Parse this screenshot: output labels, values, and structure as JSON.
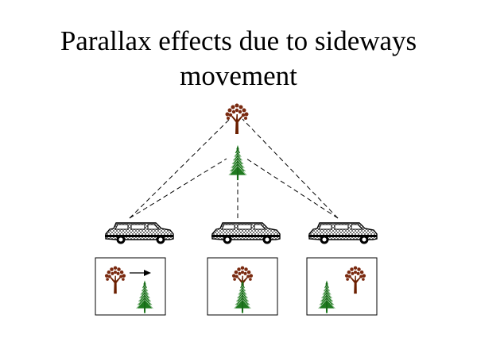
{
  "slide": {
    "title_line_1": "Parallax effects due to sideways",
    "title_line_2": "movement"
  },
  "colors": {
    "background": "#ffffff",
    "text": "#000000",
    "deciduous_trunk": "#6b1f00",
    "deciduous_foliage": "#7a2a10",
    "conifer": "#1f7a1f",
    "car_body": "#c8c8c8",
    "outline": "#000000"
  },
  "icons": [
    "deciduous-tree-icon",
    "conifer-tree-icon",
    "car-icon",
    "arrow-right-icon"
  ],
  "views": [
    {
      "name": "left",
      "shows_motion_arrow": true
    },
    {
      "name": "center",
      "shows_motion_arrow": false
    },
    {
      "name": "right",
      "shows_motion_arrow": false
    }
  ]
}
